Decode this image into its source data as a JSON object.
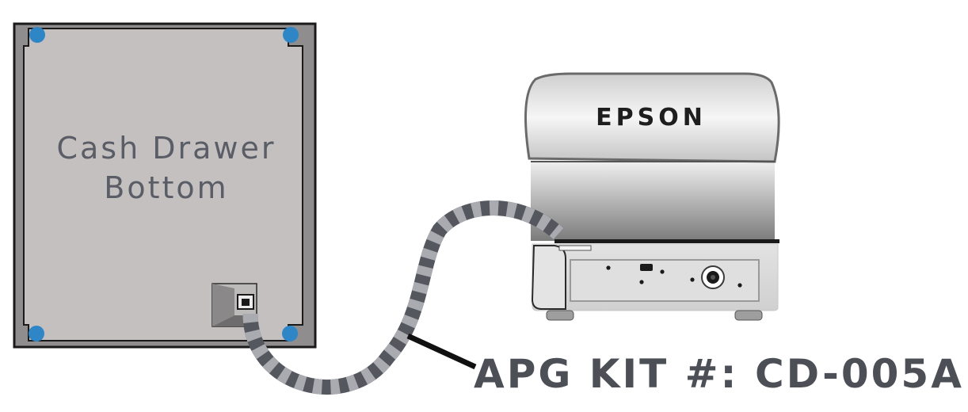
{
  "drawer": {
    "label_line1": "Cash Drawer",
    "label_line2": "Bottom",
    "panel_color": "#c4c0c0",
    "foot_color": "#2f86c6"
  },
  "printer": {
    "brand": "EPSON"
  },
  "cable": {
    "kit_label": "APG KIT #: CD-005A",
    "dark_color": "#55575f",
    "light_color": "#a9abb0"
  }
}
